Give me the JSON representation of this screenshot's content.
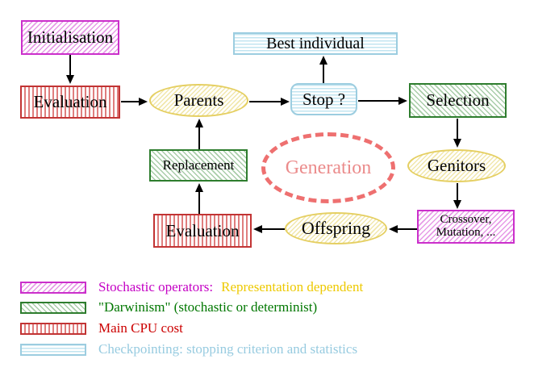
{
  "nodes": {
    "initialisation": "Initialisation",
    "evaluation_top": "Evaluation",
    "parents": "Parents",
    "stop": "Stop ?",
    "best_individual": "Best individual",
    "selection": "Selection",
    "genitors": "Genitors",
    "crossover_line1": "Crossover,",
    "crossover_line2": "Mutation, ...",
    "offspring": "Offspring",
    "evaluation_bottom": "Evaluation",
    "replacement": "Replacement",
    "generation": "Generation"
  },
  "legend": {
    "items": [
      {
        "swatch": "magenta-diagonal-hatch",
        "text": "Stochastic operators:",
        "text2": "Representation dependent"
      },
      {
        "swatch": "green-diagonal-hatch",
        "text": "\"Darwinism\" (stochastic or determinist)"
      },
      {
        "swatch": "red-vertical-lines",
        "text": "Main CPU cost"
      },
      {
        "swatch": "cyan-horizontal-lines",
        "text": "Checkpointing: stopping criterion and statistics"
      }
    ]
  },
  "colors": {
    "magenta_border": "#cb2fcb",
    "green_border": "#2e7d2e",
    "red_border": "#c23434",
    "cyan_border": "#9ccde0",
    "yellow_border": "#e5cf62",
    "generation_dash": "#ee7070",
    "generation_text": "#eb8b8b",
    "legend_magenta_text": "#c400c4",
    "legend_gold_text": "#edc900",
    "legend_green_text": "#007700",
    "legend_red_text": "#cc0000",
    "legend_cyan_text": "#97cbe0",
    "arrow": "#000000"
  }
}
